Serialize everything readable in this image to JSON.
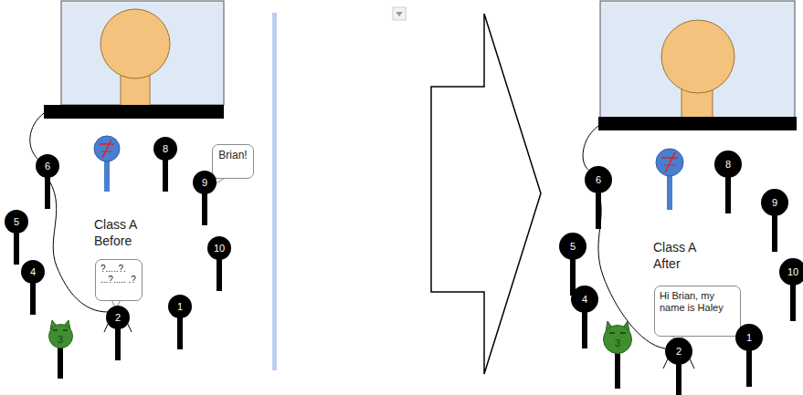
{
  "diagram": {
    "nodes": [
      {
        "text": [
          "6"
        ]
      },
      {
        "text": [
          "8"
        ]
      },
      {
        "text": [
          "Brian!"
        ]
      },
      {
        "text": [
          "9"
        ]
      },
      {
        "text": [
          "10"
        ]
      },
      {
        "text": [
          "5"
        ]
      },
      {
        "text": [
          "4"
        ]
      },
      {
        "text": [
          "?.....?. ...?..... .?"
        ]
      },
      {
        "text": [
          "1"
        ]
      },
      {
        "text": [
          "3"
        ]
      },
      {
        "text": [
          "2"
        ]
      },
      {
        "text": [
          "6"
        ]
      },
      {
        "text": [
          "8"
        ]
      },
      {
        "text": [
          "9"
        ]
      },
      {
        "text": [
          "5"
        ]
      },
      {
        "text": [
          "10"
        ]
      },
      {
        "text": [
          "4"
        ]
      },
      {
        "text": [
          "Hi Brian, my name is Haley"
        ]
      },
      {
        "text": [
          "1"
        ]
      },
      {
        "text": [
          "3"
        ]
      },
      {
        "text": [
          "2"
        ]
      }
    ],
    "labels": [
      "Class A Before",
      "Class A After"
    ]
  }
}
